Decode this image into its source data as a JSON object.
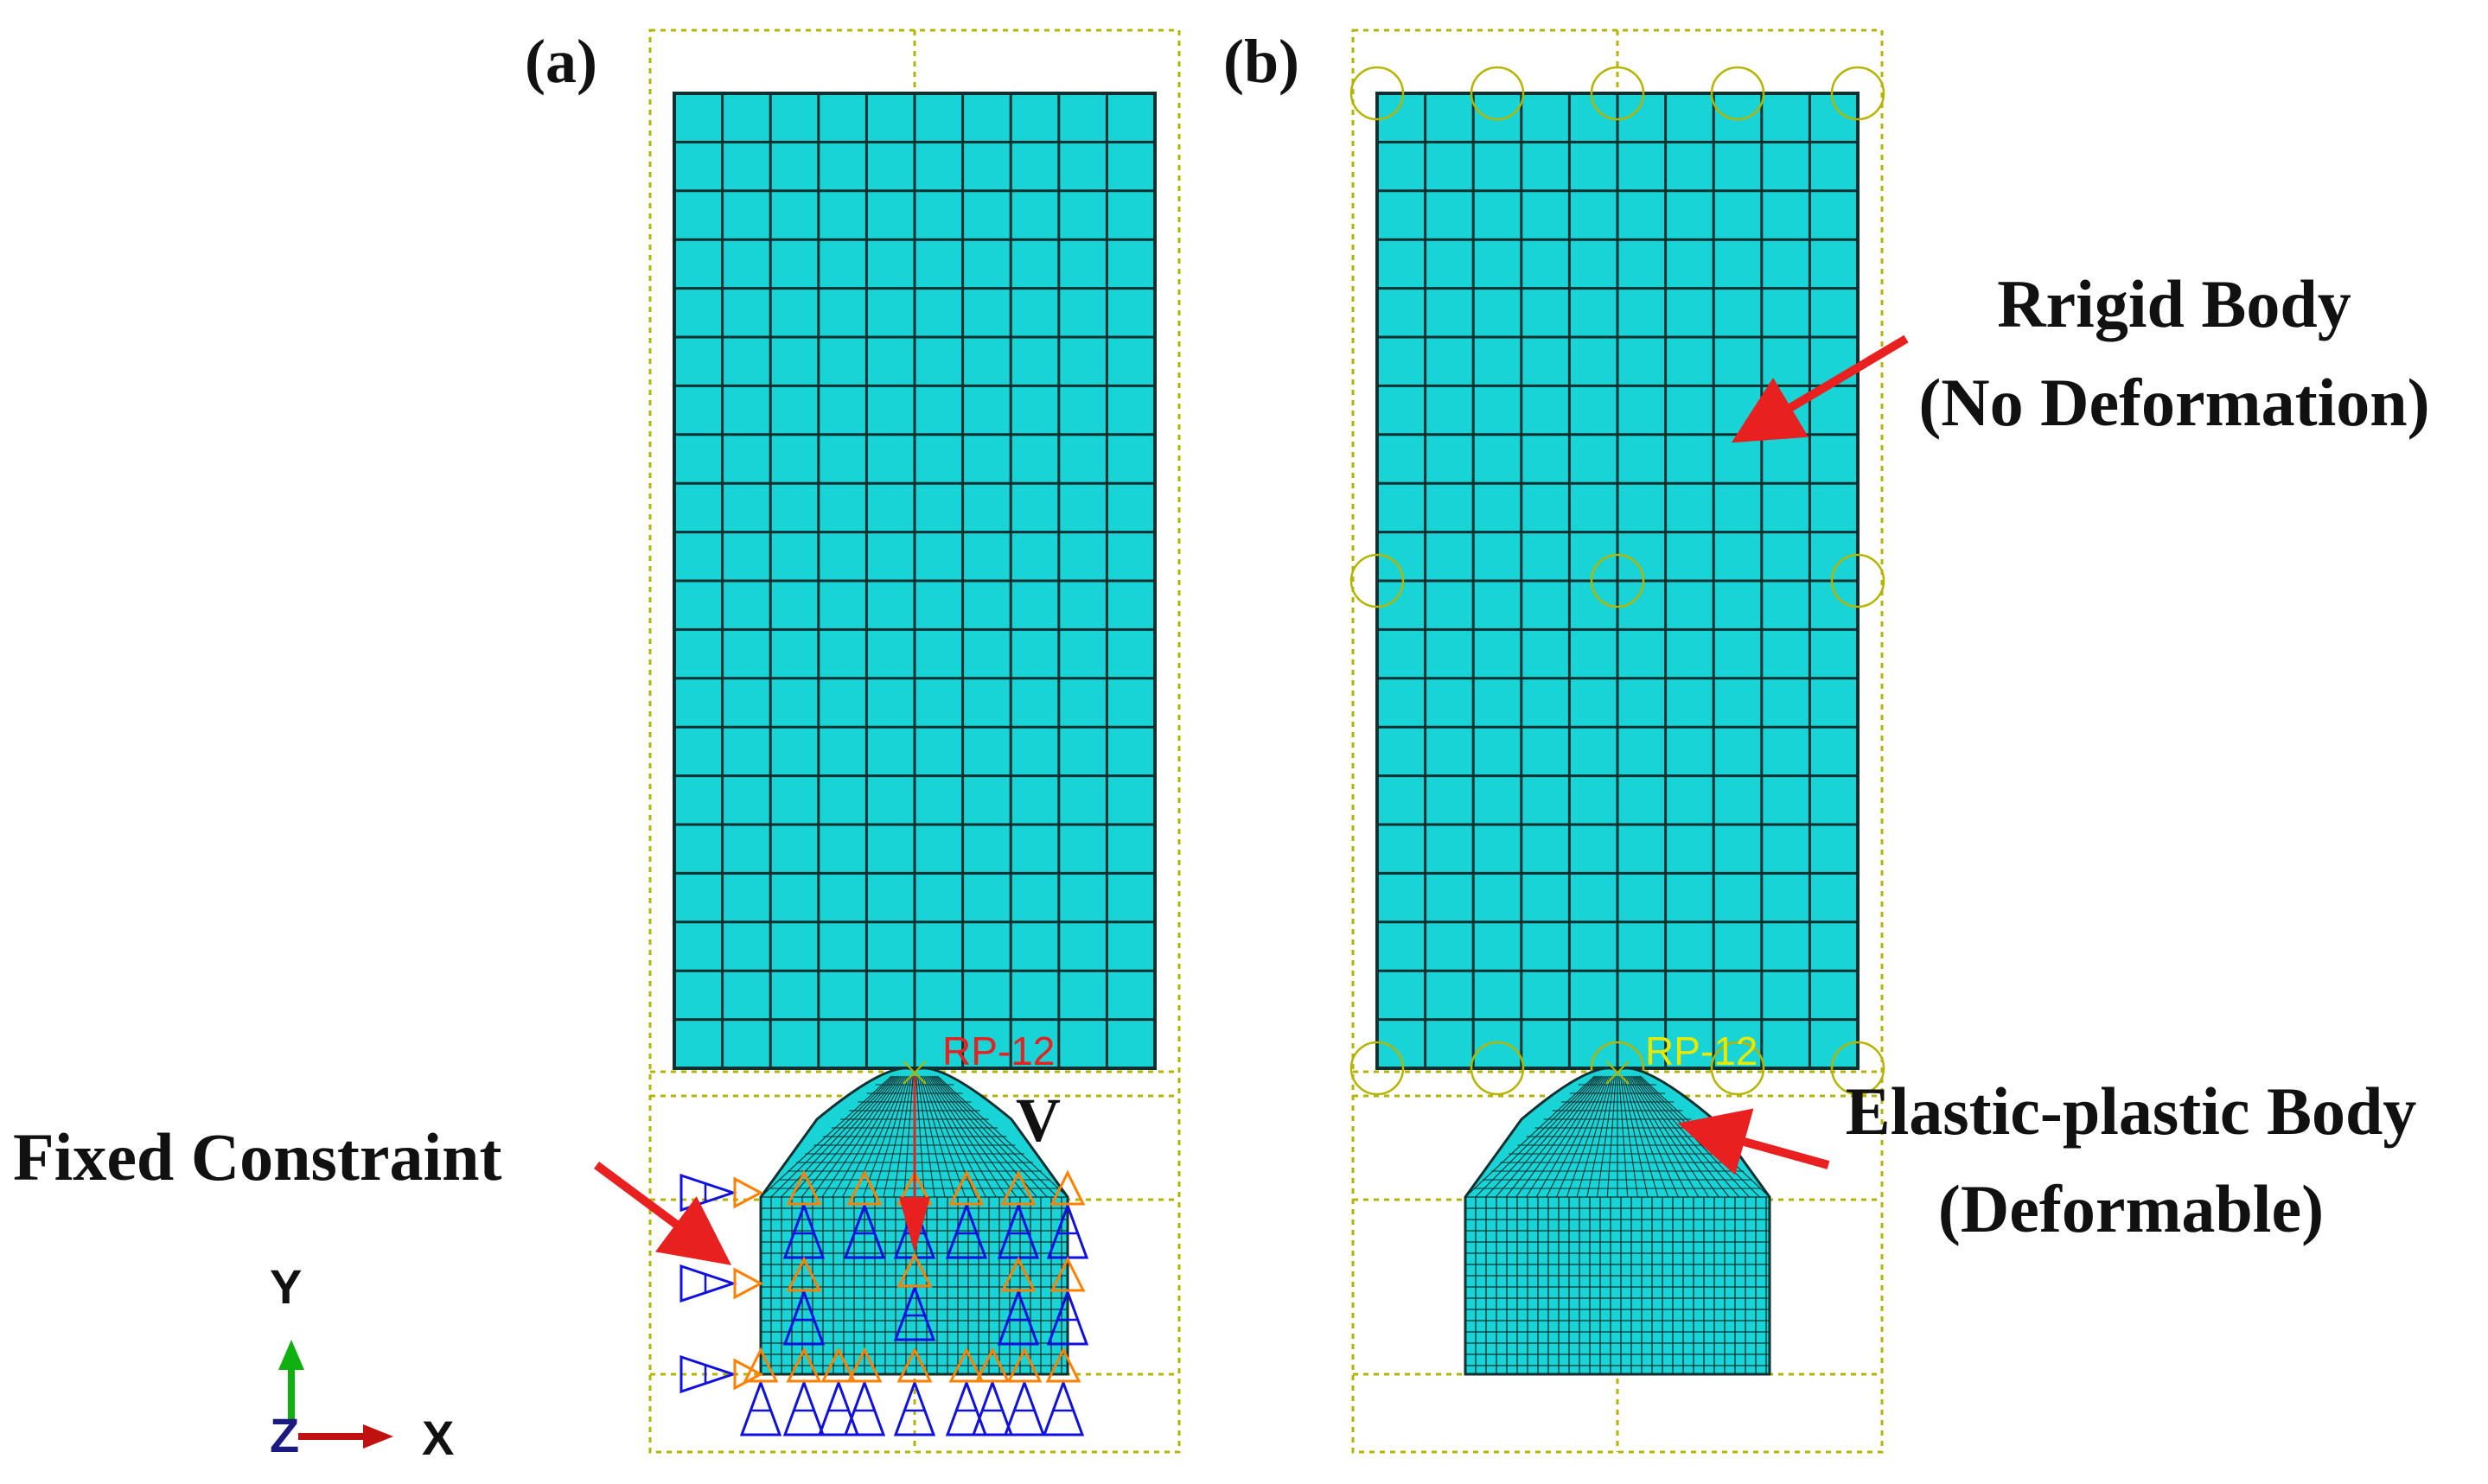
{
  "panels": {
    "a": {
      "label": "(a)",
      "rp_label": "RP-12",
      "velocity_label": "V"
    },
    "b": {
      "label": "(b)",
      "rp_label": "RP-12"
    }
  },
  "annotations": {
    "fixed_constraint": "Fixed Constraint",
    "rigid_body_line1": "Rrigid Body",
    "rigid_body_line2": "(No Deformation)",
    "elastic_body_line1": "Elastic-plastic Body",
    "elastic_body_line2": "(Deformable)"
  },
  "axes_triad": {
    "y": "Y",
    "x": "X",
    "z": "Z"
  },
  "colors": {
    "mesh_fill": "#19d4d6",
    "mesh_line": "#10302f",
    "guide": "#b5b500",
    "annotation_arrow": "#e82020",
    "rp_label_a": "#e82020",
    "rp_label_b": "#e8e800",
    "constraint_blue": "#1010e0",
    "constraint_orange": "#ff8000",
    "axis_y": "#10b010",
    "axis_x": "#c01010",
    "axis_z": "#1a1a80"
  }
}
